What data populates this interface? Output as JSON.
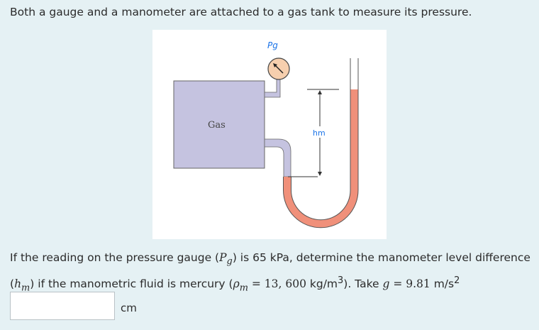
{
  "question_intro": "Both a gauge and a manometer are attached to a gas tank to measure its pressure.",
  "figure": {
    "tank_label": "Gas",
    "gauge_label": "Pg",
    "height_label": "hm",
    "colors": {
      "tank": "#c5c3e0",
      "mercury": "#f0907a",
      "gauge": "#f6cfae",
      "handwriting": "#1a73e8"
    }
  },
  "question": {
    "p1": "If the reading on the pressure gauge (",
    "pg_sym": "P",
    "pg_sub": "g",
    "p2": ") is 65 kPa, determine the manometer level difference",
    "hm_open": "(",
    "hm_sym": "h",
    "hm_sub": "m",
    "p3": ") if the manometric fluid is mercury (",
    "rho": "ρ",
    "rho_sub": "m",
    "eq1": " = 13, 600",
    "unit1": " kg/m",
    "sup1": "3",
    "p4": "). Take ",
    "g": "g",
    "eq2": " = 9.81",
    "unit2": " m/s",
    "sup2": "2"
  },
  "answer": {
    "value": "",
    "unit": "cm"
  }
}
